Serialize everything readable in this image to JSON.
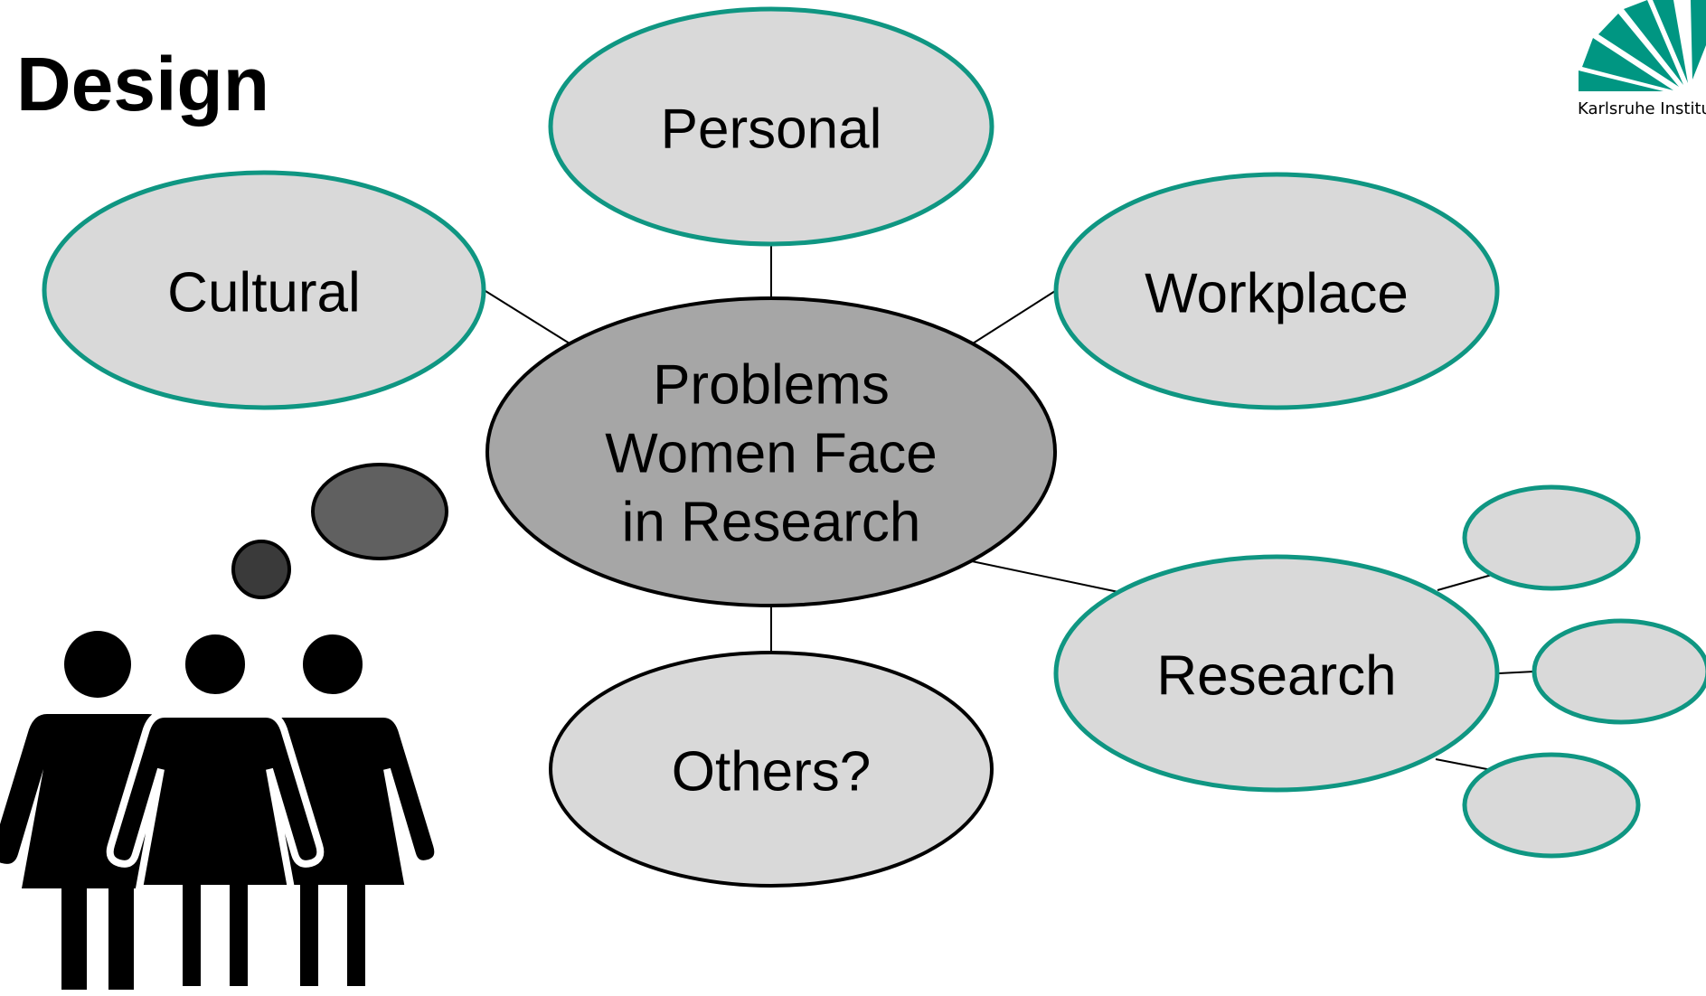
{
  "slide": {
    "title": "Design"
  },
  "logo": {
    "caption": "Karlsruhe Institu",
    "accent": "#009682"
  },
  "diagram": {
    "center": {
      "lines": [
        "Problems",
        "Women Face",
        "in Research"
      ]
    },
    "nodes": {
      "personal": "Personal",
      "cultural": "Cultural",
      "workplace": "Workplace",
      "research": "Research",
      "others": "Others?"
    }
  },
  "colors": {
    "node_fill": "#d9d9d9",
    "node_border": "#0f9682",
    "center_fill": "#a6a6a6",
    "dark_outline": "#000000",
    "thought_large": "#606060",
    "thought_small": "#3a3a3a"
  }
}
